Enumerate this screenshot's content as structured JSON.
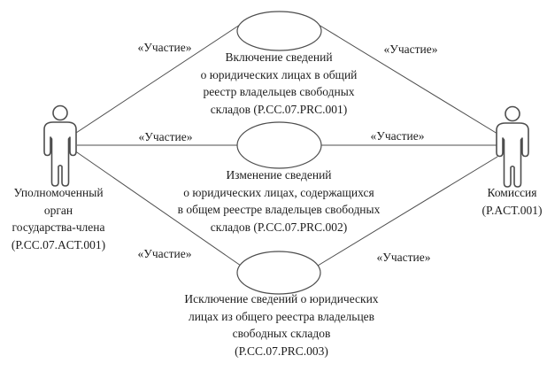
{
  "diagram": {
    "type": "uml-use-case",
    "background": "#ffffff",
    "line_color": "#4d4d4d",
    "text_color": "#1c1c1c"
  },
  "actors": {
    "left": {
      "label": "Уполномоченный\nорган\nгосударства-члена\n(P.CC.07.ACT.001)"
    },
    "right": {
      "label": "Комиссия\n(P.ACT.001)"
    }
  },
  "use_cases": [
    {
      "label": "Включение сведений\nо юридических лицах в общий\nреестр владельцев свободных\nскладов (P.CC.07.PRC.001)"
    },
    {
      "label": "Изменение сведений\nо юридических лицах, содержащихся\nв общем реестре владельцев свободных\nскладов (P.CC.07.PRC.002)"
    },
    {
      "label": "Исключение сведений о юридических\nлицах из общего реестра владельцев\nсвободных складов\n(P.CC.07.PRC.003)"
    }
  ],
  "connections": [
    {
      "label": "«Участие»"
    },
    {
      "label": "«Участие»"
    },
    {
      "label": "«Участие»"
    },
    {
      "label": "«Участие»"
    },
    {
      "label": "«Участие»"
    },
    {
      "label": "«Участие»"
    }
  ]
}
